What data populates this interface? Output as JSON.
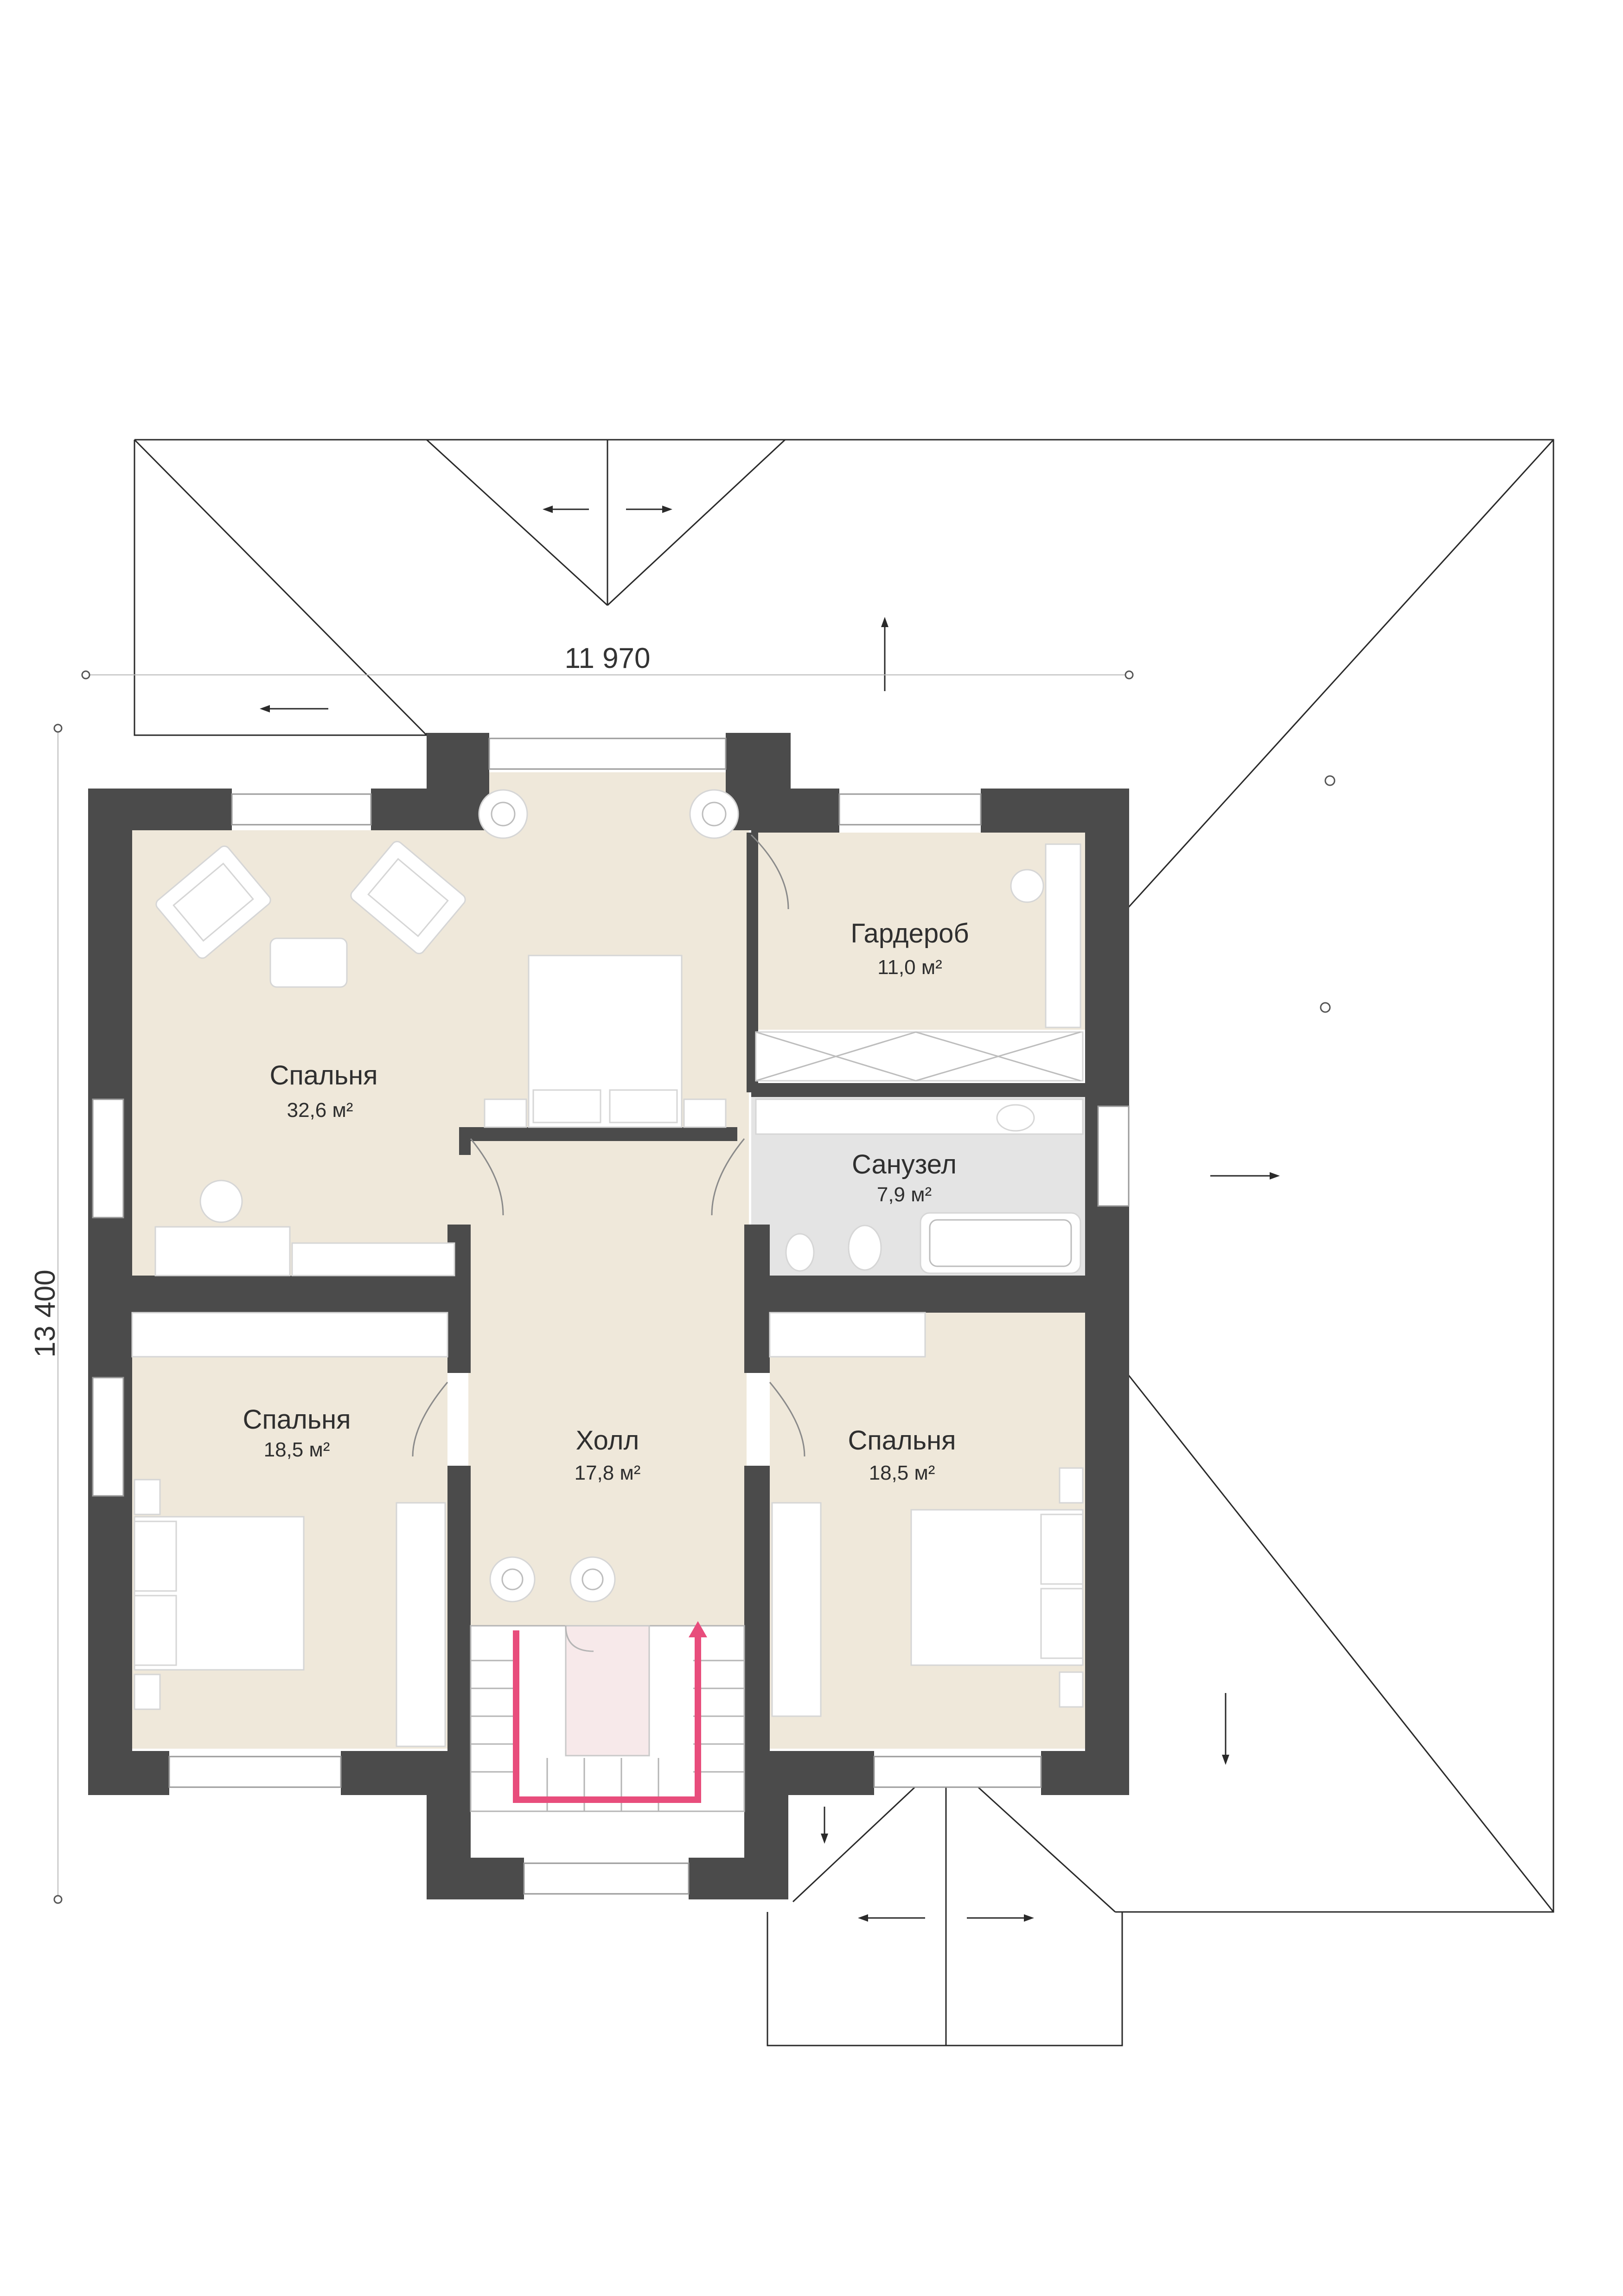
{
  "dimensions": {
    "width_label": "11 970",
    "height_label": "13 400"
  },
  "rooms": {
    "bedroom_main": {
      "name": "Спальня",
      "area": "32,6 м²"
    },
    "wardrobe": {
      "name": "Гардероб",
      "area": "11,0 м²"
    },
    "bathroom": {
      "name": "Санузел",
      "area": "7,9 м²"
    },
    "bedroom_left": {
      "name": "Спальня",
      "area": "18,5 м²"
    },
    "hall": {
      "name": "Холл",
      "area": "17,8 м²"
    },
    "bedroom_right": {
      "name": "Спальня",
      "area": "18,5 м²"
    }
  },
  "colors": {
    "wall": "#4b4b4b",
    "floor": "#efe8da",
    "bath_floor": "#e4e4e4",
    "stair_route": "#e84d7c"
  },
  "icons": [
    "armchair-icon",
    "bed-icon",
    "plant-icon",
    "toilet-icon",
    "bathtub-icon",
    "sink-icon",
    "desk-chair-icon",
    "roof-slope-arrow-icon"
  ]
}
